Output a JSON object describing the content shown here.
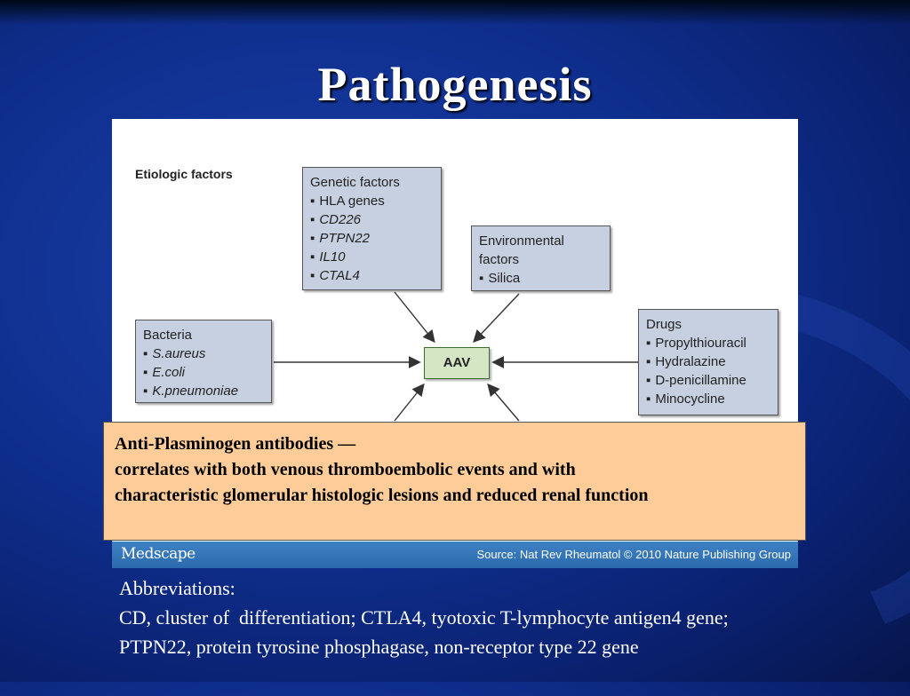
{
  "slide": {
    "title": "Pathogenesis"
  },
  "figure": {
    "etiologic_label": "Etiologic factors",
    "center_label": "AAV",
    "genetic": {
      "title": "Genetic factors",
      "items": [
        "HLA genes",
        "CD226",
        "PTPN22",
        "IL10",
        "CTAL4"
      ]
    },
    "environmental": {
      "title_line1": "Environmental",
      "title_line2": "factors",
      "items": [
        "Silica"
      ]
    },
    "bacteria": {
      "title": "Bacteria",
      "items": [
        "S.aureus",
        "E.coli",
        "K.pneumoniae"
      ]
    },
    "drugs": {
      "title": "Drugs",
      "items": [
        "Propylthiouracil",
        "Hydralazine",
        "D-penicillamine",
        "Minocycline"
      ]
    },
    "footer": {
      "logo": "Medscape",
      "source": "Source: Nat Rev Rheumatol © 2010 Nature Publishing Group"
    }
  },
  "callout": {
    "heading": "Anti-Plasminogen antibodies —",
    "line1": "correlates with both venous thromboembolic events and with",
    "line2": "characteristic glomerular histologic lesions and reduced renal function"
  },
  "abbreviations": {
    "label": "Abbreviations:",
    "line1": "CD, cluster of  differentiation; CTLA4, tyotoxic T-lymphocyte antigen4 gene;",
    "line2": "PTPN22, protein tyrosine phosphagase, non-receptor type 22 gene"
  },
  "colors": {
    "background": "#0f2f8e",
    "callout_fill": "#fdcc98",
    "box_fill": "#c7d0e0",
    "aav_fill": "#d4e6c3",
    "footer_bar": "#3f82c4"
  }
}
